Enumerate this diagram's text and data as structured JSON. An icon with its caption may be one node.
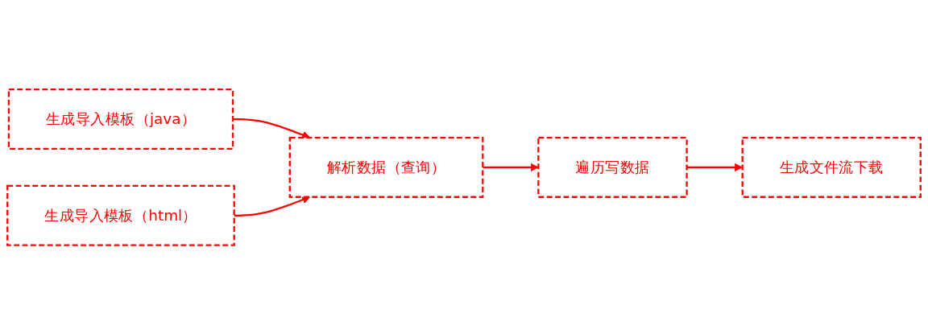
{
  "diagram": {
    "nodes": [
      {
        "text": [
          "生成导入模板（java）"
        ]
      },
      {
        "text": [
          "生成导入模板（html）"
        ]
      },
      {
        "text": [
          "解析数据（查询）"
        ]
      },
      {
        "text": [
          "遍历写数据"
        ]
      },
      {
        "text": [
          "生成文件流下载"
        ]
      }
    ],
    "edges": [
      {
        "from": 0,
        "to": 2,
        "arrow": "to"
      },
      {
        "from": 1,
        "to": 2,
        "arrow": "to"
      },
      {
        "from": 2,
        "to": 3,
        "arrow": "to"
      },
      {
        "from": 3,
        "to": 4,
        "arrow": "to"
      }
    ]
  }
}
